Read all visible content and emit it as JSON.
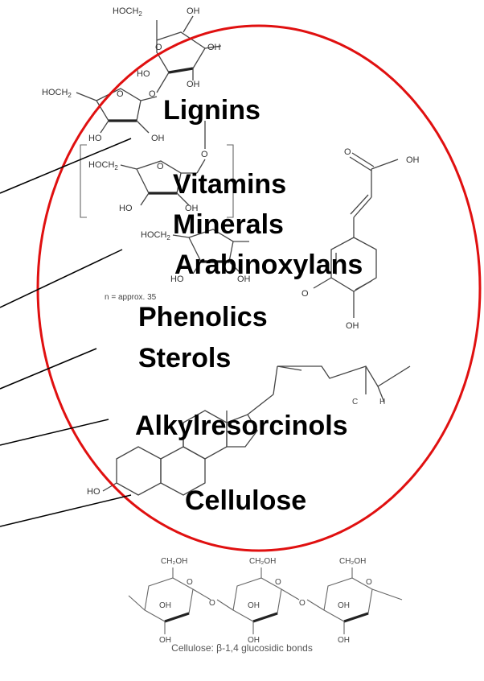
{
  "labels": {
    "lignins": "Lignins",
    "vitamins": "Vitamins",
    "minerals": "Minerals",
    "arabinoxylans": "Arabinoxylans",
    "phenolics": "Phenolics",
    "sterols": "Sterols",
    "alkylresorcinols": "Alkylresorcinols",
    "cellulose": "Cellulose"
  },
  "chemistry": {
    "hoch2": "HOCH",
    "sub2": "2",
    "oh": "OH",
    "ho": "HO",
    "o": "O",
    "n_note": "n = approx. 35",
    "c4": "C",
    "h1": "H",
    "ch2oh": "CH₂OH",
    "cellulose_caption": "Cellulose: β-1,4 glucosidic bonds"
  },
  "colors": {
    "circle_stroke": "#e01010",
    "label_text": "#000000",
    "pointer_line": "#000000"
  }
}
